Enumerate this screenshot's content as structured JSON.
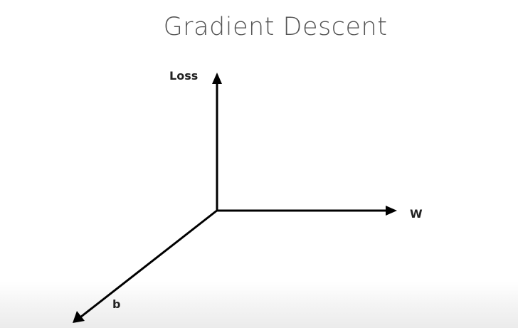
{
  "slide": {
    "title": "Gradient Descent"
  },
  "diagram": {
    "axes": {
      "vertical_label": "Loss",
      "horizontal_label": "W",
      "depth_label": "b"
    },
    "colors": {
      "axis": "#000000",
      "title": "#555555",
      "label": "#222222"
    }
  }
}
